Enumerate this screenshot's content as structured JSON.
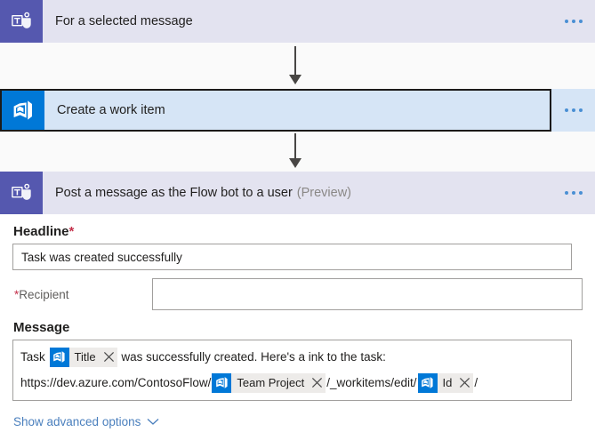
{
  "flow": {
    "steps": [
      {
        "id": "trigger",
        "title": "For a selected message",
        "preview": "",
        "icon": "microsoft-teams-icon",
        "menu": "more-commands-icon"
      },
      {
        "id": "create-work-item",
        "title": "Create a work item",
        "preview": "",
        "icon": "azure-devops-icon",
        "menu": "more-commands-icon"
      },
      {
        "id": "post-message-flow-bot",
        "title": "Post a message as the Flow bot to a user",
        "preview": "(Preview)",
        "icon": "microsoft-teams-icon",
        "menu": "more-commands-icon"
      }
    ]
  },
  "form": {
    "headline": {
      "label": "Headline",
      "required_marker": "*",
      "value": "Task was created successfully",
      "placeholder": ""
    },
    "recipient": {
      "required_marker": "*",
      "label": "Recipient",
      "value": "",
      "placeholder": ""
    },
    "message": {
      "label": "Message",
      "line1": {
        "pre": "Task",
        "token": {
          "label": "Title",
          "icon": "azure-devops-icon",
          "close": "remove-token-icon"
        },
        "post": "was successfully created. Here's a ink to the task:"
      },
      "line2": {
        "pre": "https://dev.azure.com/ContosoFlow/",
        "token1": {
          "label": "Team Project",
          "icon": "azure-devops-icon",
          "close": "remove-token-icon"
        },
        "mid": "/_workitems/edit/",
        "token2": {
          "label": "Id",
          "icon": "azure-devops-icon",
          "close": "remove-token-icon"
        },
        "post": "/"
      }
    },
    "advanced_options": {
      "label": "Show advanced options",
      "chevron": "chevron-down-icon"
    }
  },
  "colors": {
    "teams_purple": "#5558AF",
    "devops_blue": "#0078D7",
    "trigger_bar": "#E3E3F0",
    "action_bar": "#D6E5F6",
    "link_blue": "#4A7FBD",
    "required_red": "#C4314B",
    "token_bg": "#EDEBE9"
  }
}
